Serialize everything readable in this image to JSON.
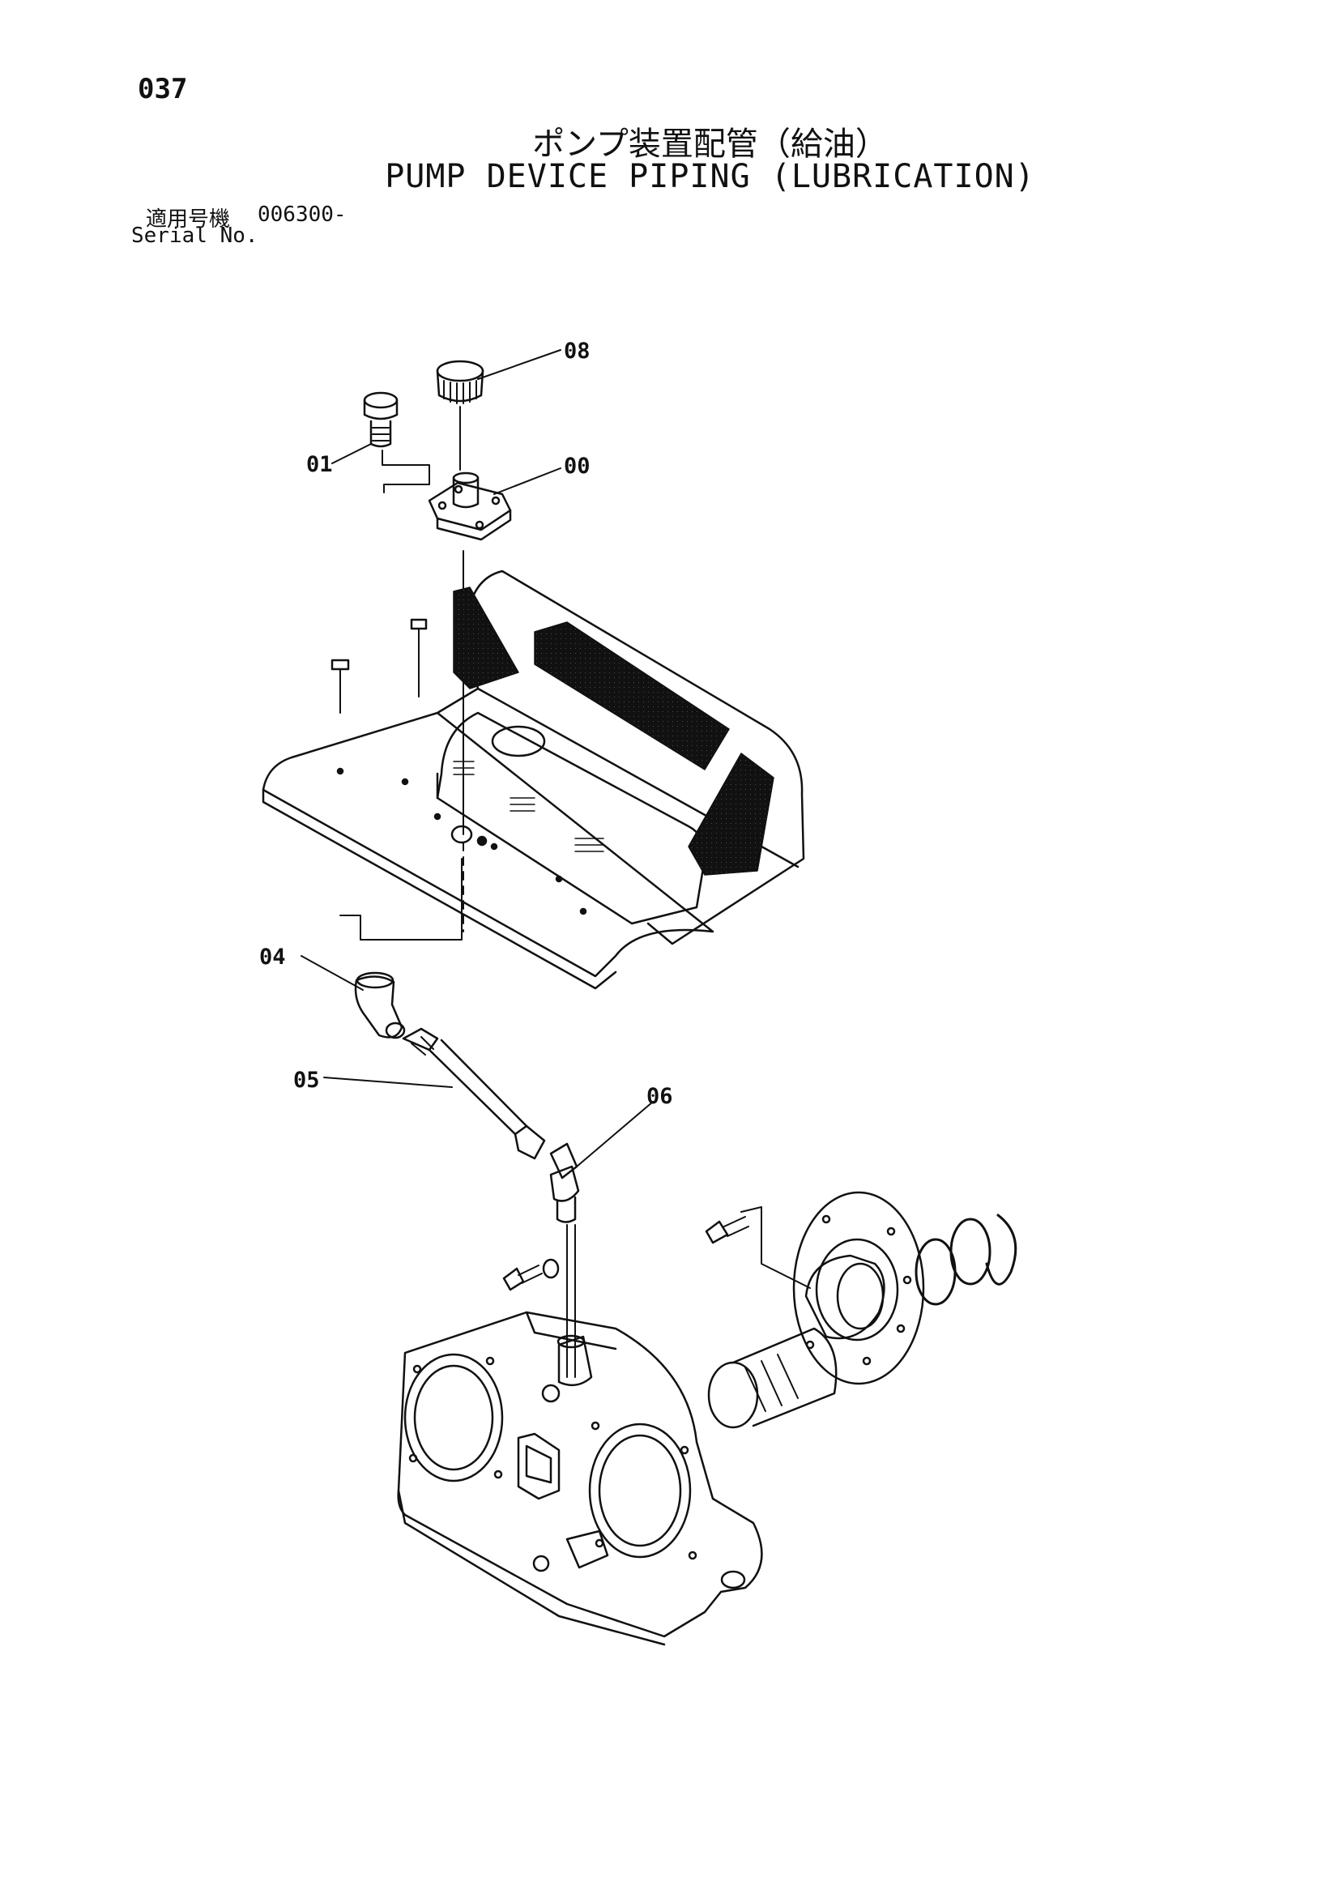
{
  "page_number": "037",
  "title_ja": "ポンプ装置配管（給油）",
  "title_en": "PUMP DEVICE PIPING (LUBRICATION)",
  "serial": {
    "label_ja": "適用号機",
    "value": "006300-",
    "label_en": "Serial No."
  },
  "callouts": [
    "08",
    "01",
    "00",
    "04",
    "05",
    "06"
  ],
  "icons": [
    "cap-icon",
    "breather-icon",
    "flange-adapter-icon",
    "cover-icon",
    "elbow-icon",
    "hose-icon",
    "grease-fitting-icon",
    "gearbox-icon",
    "flange-coupling-icon",
    "shaft-icon",
    "o-ring-icon",
    "bolt-icon"
  ]
}
